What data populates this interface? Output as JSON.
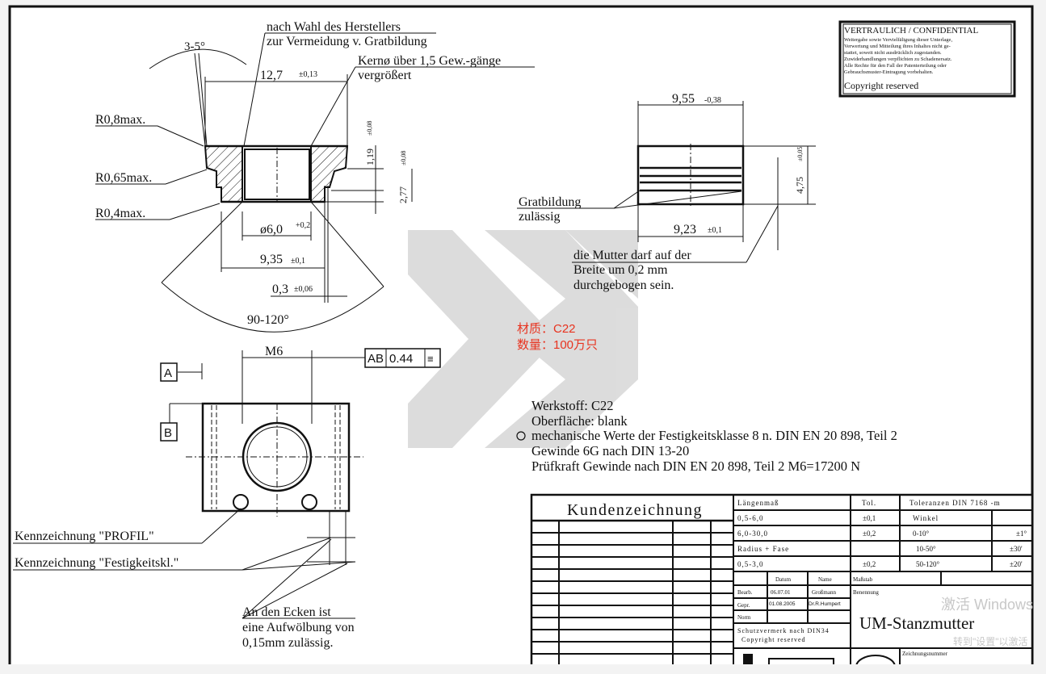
{
  "confidential": {
    "title": "VERTRAULICH / CONFIDENTIAL",
    "lines": [
      "Weitergabe sowie Vervielfäligung dieser Unterlage,",
      "Verwertung und Mitteilung ihres Inhaltes nicht ge-",
      "stattet, soweit nicht ausdrücklich zugestanden.",
      "Zuwiderhandlungen verpflichten zu Schadenersatz.",
      "Alle Rechte für den Fall der Patenterteilung oder",
      "Gebrauchsmuster-Eintragung vorbehalten."
    ],
    "copyright": "Copyright reserved"
  },
  "section_view": {
    "note_manufacturer_1": "nach Wahl des Herstellers",
    "note_manufacturer_2": "zur Vermeidung v. Gratbildung",
    "angle_top": "3-5°",
    "width": "12,7",
    "width_tol": "±0,13",
    "core_note_1": "Kernø über 1,5 Gew.-gänge",
    "core_note_2": "vergrößert",
    "r1": "R0,8max.",
    "r2": "R0,65max.",
    "r3": "R0,4max.",
    "h1": "1,19",
    "h1_tol": "±0,08",
    "h2": "2,77",
    "h2_tol": "±0,08",
    "bore": "ø6,0",
    "bore_tol": "+0,2",
    "w2": "9,35",
    "w2_tol": "±0,1",
    "w3": "0,3",
    "w3_tol": "±0,06",
    "angle_bottom": "90-120°"
  },
  "side_view": {
    "top_width": "9,55",
    "top_tol": "-0,38",
    "height": "4,75",
    "height_tol": "±0,05",
    "burr_1": "Gratbildung",
    "burr_2": "zulässig",
    "bottom_width": "9,23",
    "bottom_tol": "±0,1",
    "bend_1": "die Mutter darf auf der",
    "bend_2": "Breite um 0,2 mm",
    "bend_3": "durchgebogen sein."
  },
  "annotation_cn": {
    "material": "材质：C22",
    "quantity": "数量：100万只"
  },
  "plan_view": {
    "thread": "M6",
    "datum_a": "A",
    "datum_b": "B",
    "gdt_ref": "AB",
    "gdt_value": "0.44",
    "gdt_symbol": "≡",
    "mark_profil": "Kennzeichnung \"PROFIL\"",
    "mark_class": "Kennzeichnung \"Festigkeitskl.\"",
    "corner_1": "An den Ecken ist",
    "corner_2": "eine Aufwölbung von",
    "corner_3": "0,15mm zulässig."
  },
  "specs": {
    "material": "Werkstoff: C22",
    "surface": "Oberfläche: blank",
    "mechanical": "mechanische Werte der Festigkeitsklasse 8 n. DIN EN 20 898, Teil 2",
    "thread": "Gewinde 6G nach DIN 13-20",
    "proof": "Prüfkraft Gewinde nach DIN EN 20 898, Teil 2  M6=17200 N"
  },
  "title_block": {
    "customer_drawing": "Kundenzeichnung",
    "length": "Längenmaß",
    "tol": "Tol.",
    "tolerances": "Toleranzen DIN 7168 -m",
    "r1": "0,5-6,0",
    "r1_tol": "±0,1",
    "angle": "Winkel",
    "r2": "6,0-30,0",
    "r2_tol": "±0,2",
    "a1": "0-10°",
    "a1_tol": "±1°",
    "radius": "Radius + Fase",
    "a2": "10-50°",
    "a2_tol": "±30'",
    "r3": "0,5-3,0",
    "r3_tol": "±0,2",
    "a3": "50-120°",
    "a3_tol": "±20'",
    "date": "Datum",
    "name": "Name",
    "scale": "Maßstab",
    "edited": "Bearb.",
    "edited_date": "06.07.01",
    "edited_name": "Großmann",
    "checked": "Gepr.",
    "checked_date": "01.08.2005",
    "checked_name": "Dr.R.Humpert",
    "norm": "Norm",
    "designation": "Benennung",
    "protection_1": "Schutzvermerk nach DIN34",
    "protection_2": "Copyright reserved",
    "part_name": "UM-Stanzmutter",
    "drawing_no": "Zeichnungsnummer"
  },
  "os_watermark": {
    "line1": "激活 Windows",
    "line2": "转到\"设置\"以激活"
  },
  "colors": {
    "annotation_red": "#e8331f",
    "watermark_gray": "#d9d9d9"
  }
}
